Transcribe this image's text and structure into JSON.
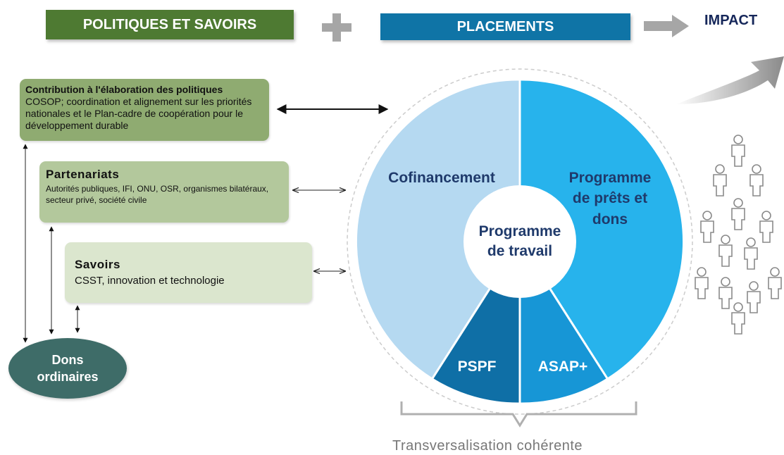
{
  "header": {
    "politiques_label": "POLITIQUES ET SAVOIRS",
    "plus_symbol": "+",
    "placements_label": "PLACEMENTS",
    "impact_label": "IMPACT"
  },
  "boxes": {
    "contribution": {
      "title": "Contribution à l'élaboration des politiques",
      "text": "COSOP; coordination et alignement sur les priorités nationales et le Plan-cadre de coopération pour le développement durable"
    },
    "partenariats": {
      "title": "Partenariats",
      "text": "Autorités publiques, IFI, ONU, OSR, organismes bilatéraux, secteur privé, société civile"
    },
    "savoirs": {
      "title": "Savoirs",
      "text": "CSST, innovation et technologie"
    }
  },
  "dons_ordinaires": {
    "line1": "Dons",
    "line2": "ordinaires"
  },
  "circle": {
    "cofinancement": "Cofinancement",
    "programme_prets": [
      "Programme",
      "de prêts et",
      "dons"
    ],
    "centre": [
      "Programme",
      "de travail"
    ],
    "pspf": "PSPF",
    "asap": "ASAP+"
  },
  "footer": {
    "transversalisation": "Transversalisation cohérente"
  },
  "colors": {
    "politiques": "#4e7a32",
    "placements": "#0f74a6",
    "cofinancement": "#b5d9f1",
    "programme_prets": "#27b3ec",
    "pspf": "#0f6fa6",
    "asap": "#1796d6",
    "dons": "#3e6c68"
  }
}
